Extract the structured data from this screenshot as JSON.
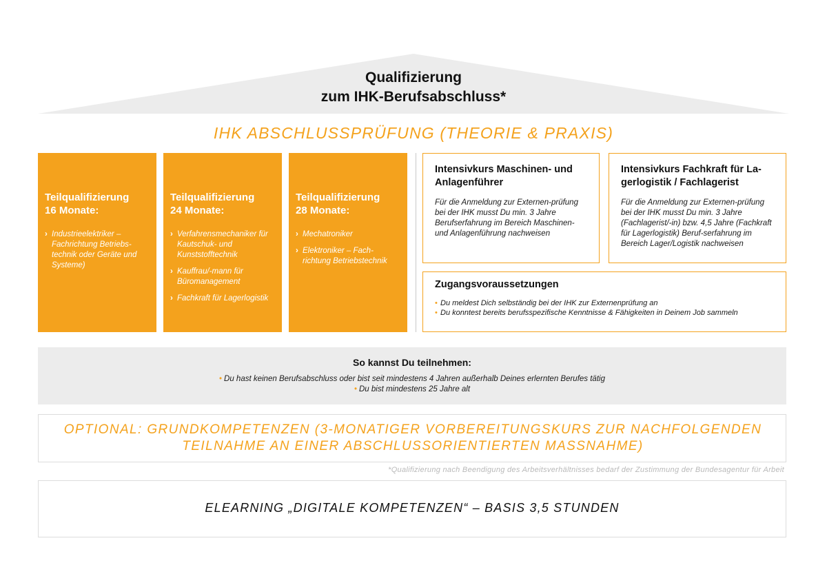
{
  "colors": {
    "accent": "#f4a21d",
    "roof": "#ececec",
    "band": "#ececec",
    "border": "#dcdcdc"
  },
  "roof": {
    "title_line1": "Qualifizierung",
    "title_line2": "zum IHK-Berufsabschluss*"
  },
  "exam_heading": "IHK ABSCHLUSSPRÜFUNG (THEORIE & PRAXIS)",
  "orange_boxes": [
    {
      "title_line1": "Teilqualifizierung",
      "title_line2": "16 Monate:",
      "items": [
        "Industrieelektriker – Fachrichtung Betriebs-technik oder Geräte und Systeme)"
      ]
    },
    {
      "title_line1": "Teilqualifizierung",
      "title_line2": "24 Monate:",
      "items": [
        "Verfahrensmechaniker für Kautschuk- und Kunststofftechnik",
        "Kauffrau/-mann für Büromanagement",
        "Fachkraft für Lagerlogistik"
      ]
    },
    {
      "title_line1": "Teilqualifizierung",
      "title_line2": "28 Monate:",
      "items": [
        "Mechatroniker",
        "Elektroniker – Fach-richtung Betriebstechnik"
      ]
    }
  ],
  "intensive_courses": [
    {
      "title": "Intensivkurs Maschinen- und Anlagenführer",
      "text": "Für die Anmeldung zur Externen-prüfung bei der IHK musst Du min. 3 Jahre Berufserfahrung im Bereich Maschinen- und Anlagenführung nachweisen"
    },
    {
      "title": "Intensivkurs Fachkraft für La-gerlogistik / Fachlagerist",
      "text": "Für die Anmeldung zur Externen-prüfung bei der IHK musst Du min. 3 Jahre (Fachlagerist/-in) bzw. 4,5 Jahre (Fachkraft für Lagerlogistik) Beruf-serfahrung im Bereich Lager/Logistik nachweisen"
    }
  ],
  "requirements": {
    "title": "Zugangsvoraussetzungen",
    "items": [
      "Du meldest Dich selbständig bei der IHK zur Externenprüfung an",
      "Du konntest bereits berufsspezifische Kenntnisse & Fähigkeiten in Deinem Job sammeln"
    ]
  },
  "participation": {
    "title": "So kannst Du teilnehmen:",
    "items": [
      "Du hast keinen Berufsabschluss oder bist seit mindestens 4 Jahren außerhalb Deines erlernten Berufes tätig",
      "Du bist mindestens 25 Jahre alt"
    ]
  },
  "optional": {
    "line1": "OPTIONAL: GRUNDKOMPETENZEN (3-MONATIGER VORBEREITUNGSKURS ZUR NACHFOLGENDEN",
    "line2": "TEILNAHME AN EINER ABSCHLUSSORIENTIERTEN MASSNAHME)"
  },
  "footnote": "*Qualifizierung nach Beendigung des Arbeitsverhältnisses bedarf der Zustimmung der Bundesagentur für Arbeit",
  "elearning": "ELEARNING „DIGITALE KOMPETENZEN“ – BASIS 3,5 STUNDEN"
}
